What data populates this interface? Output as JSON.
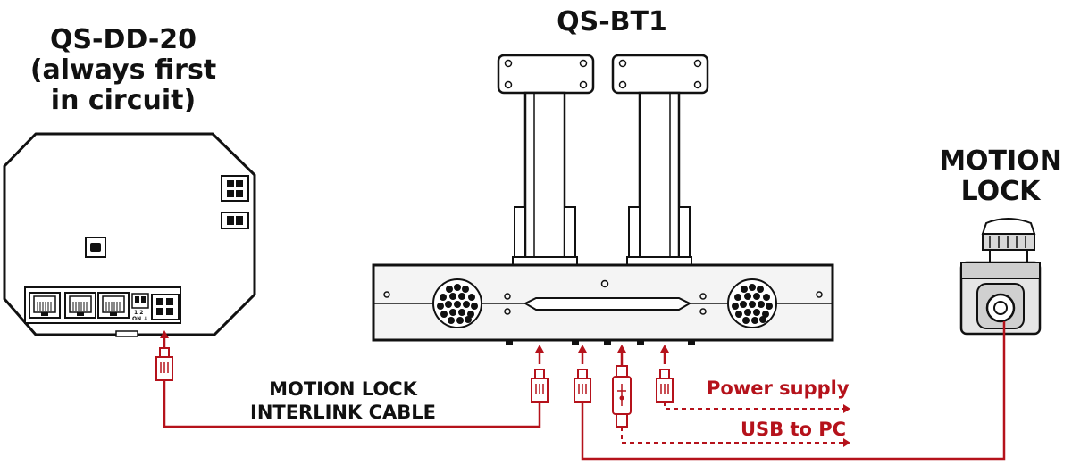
{
  "labels": {
    "qs_dd_20": [
      "QS-DD-20",
      "(always first",
      "in circuit)"
    ],
    "qs_bt1": "QS-BT1",
    "motion_lock": [
      "MOTION",
      "LOCK"
    ],
    "interlink_cable": [
      "MOTION LOCK",
      "INTERLINK CABLE"
    ],
    "power_supply": "Power supply",
    "usb_to_pc": "USB to PC",
    "dip_switch": [
      "1 2",
      "ON ↓"
    ]
  },
  "colors": {
    "accent": "#b5121b",
    "ink": "#111111",
    "device_fill": "#ffffff",
    "base_fill": "#f4f4f4",
    "lock_fill": "#e6e6e6"
  }
}
